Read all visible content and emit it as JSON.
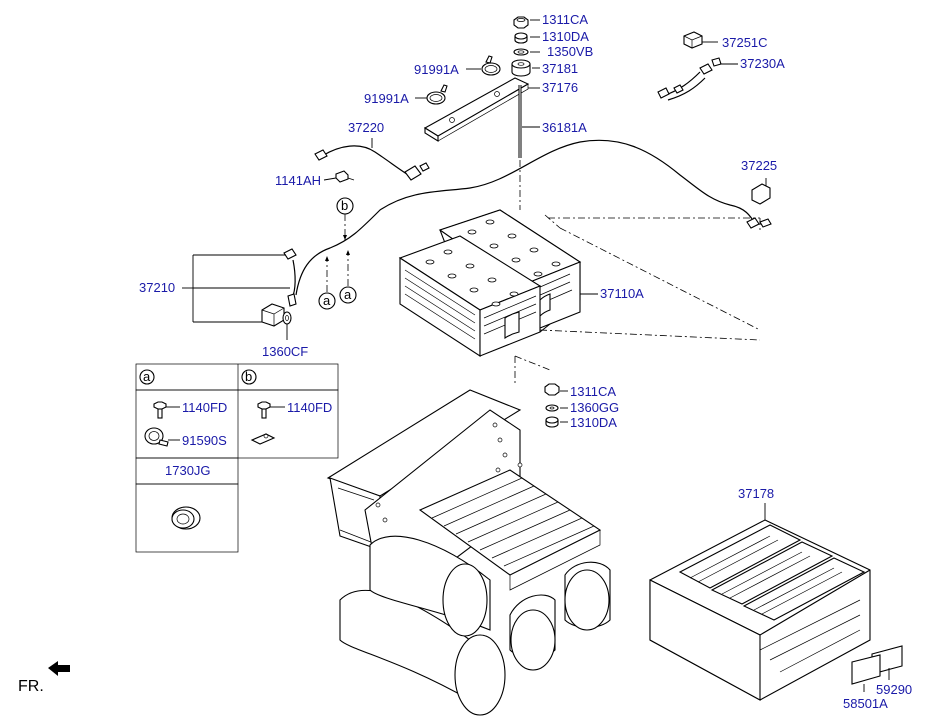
{
  "labels": {
    "p37251C": "37251C",
    "p37230A": "37230A",
    "p1311CA_top": "1311CA",
    "p1310DA_top": "1310DA",
    "p1350VB": "1350VB",
    "p37181": "37181",
    "p37176": "37176",
    "p91991A_1": "91991A",
    "p91991A_2": "91991A",
    "p37220": "37220",
    "p36181A": "36181A",
    "p1141AH": "1141AH",
    "p37225": "37225",
    "p37210": "37210",
    "p37110A": "37110A",
    "p1360CF": "1360CF",
    "p1311CA_bot": "1311CA",
    "p1360GG": "1360GG",
    "p1310DA_bot": "1310DA",
    "p1140FD_a": "1140FD",
    "p91590S": "91590S",
    "p1140FD_b": "1140FD",
    "p1730JG": "1730JG",
    "p37178": "37178",
    "p59290": "59290",
    "p58501A": "58501A",
    "ref_a": "a",
    "ref_b": "b",
    "fr": "FR."
  }
}
